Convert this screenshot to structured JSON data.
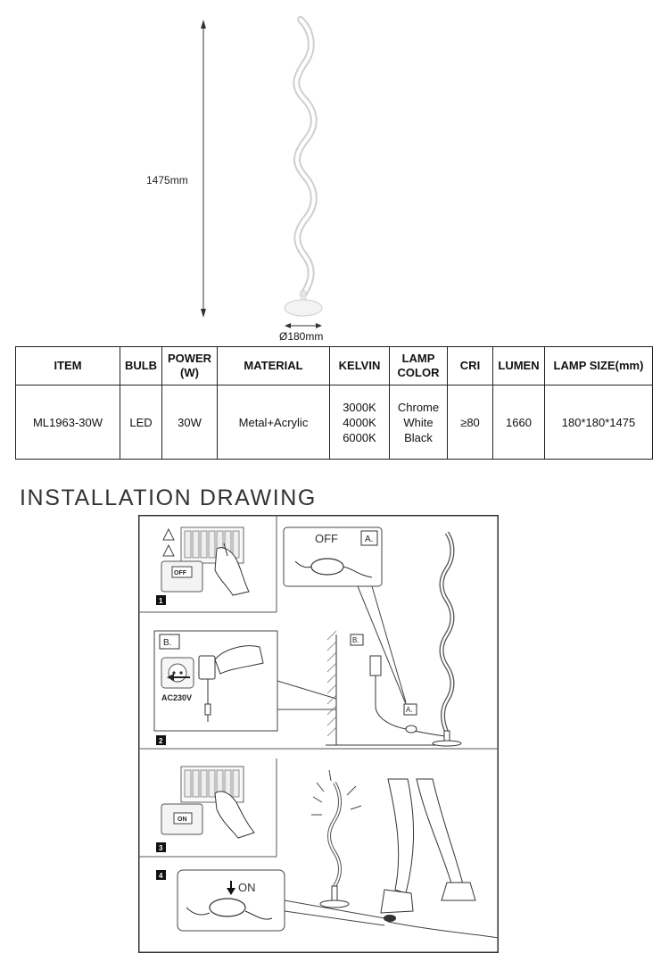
{
  "product": {
    "height_label": "1475mm",
    "diameter_label": "Ø180mm"
  },
  "table": {
    "headers": [
      "ITEM",
      "BULB",
      "POWER\n(W)",
      "MATERIAL",
      "KELVIN",
      "LAMP\nCOLOR",
      "CRI",
      "LUMEN",
      "LAMP SIZE(mm)"
    ],
    "row": {
      "item": "ML1963-30W",
      "bulb": "LED",
      "power": "30W",
      "material": "Metal+Acrylic",
      "kelvin": [
        "3000K",
        "4000K",
        "6000K"
      ],
      "lamp_color": [
        "Chrome",
        "White",
        "Black"
      ],
      "cri": "≥80",
      "lumen": "1660",
      "lamp_size": "180*180*1475"
    }
  },
  "installation": {
    "heading": "INSTALLATION DRAWING",
    "steps": [
      "1",
      "2",
      "3",
      "4"
    ],
    "switch_off": "OFF",
    "switch_on": "ON",
    "callout_a": "A.",
    "callout_b": "B.",
    "voltage": "AC230V",
    "panel_off": "OFF",
    "panel_on": "ON"
  }
}
